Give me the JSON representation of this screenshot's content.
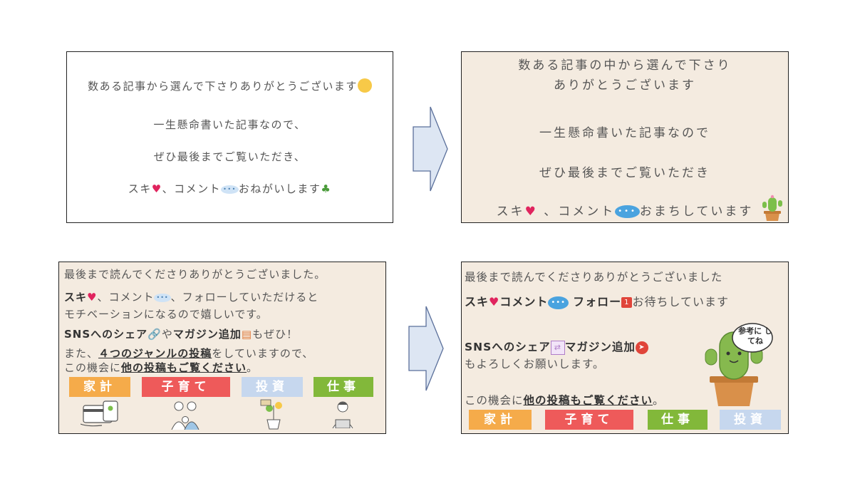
{
  "panel1": {
    "line1": "数ある記事から選んで下さりありがとうございます",
    "line2": "一生懸命書いた記事なので、",
    "line3": "ぜひ最後までご覧いただき、",
    "line4a": "スキ",
    "line4b": "、コメント",
    "line4c": "おねがいします"
  },
  "panel2": {
    "line1": "数ある記事の中から選んで下さり",
    "line2": "ありがとうございます",
    "line3": "一生懸命書いた記事なので",
    "line4": "ぜひ最後までご覧いただき",
    "line5a": "スキ",
    "line5b": " 、コメント",
    "line5c": "おまちしています"
  },
  "panel3": {
    "line1": "最後まで読んでくださりありがとうございました。",
    "line2a": "スキ",
    "line2b": "、コメント",
    "line2c": "、フォローしていただけると",
    "line3": "モチベーションになるので嬉しいです。",
    "line4a": "SNSへのシェア",
    "line4b": "や",
    "line4c": "マガジン追加",
    "line4d": "もぜひ！",
    "line5a": "また、",
    "line5b": "４つのジャンルの投稿",
    "line5c": "をしていますので、",
    "line6a": "この機会に",
    "line6b": "他の投稿もご覧ください",
    "line6c": "。",
    "buttons": [
      {
        "label": "家計",
        "color": "#f5ab4a"
      },
      {
        "label": "子育て",
        "color": "#ee5a5a"
      },
      {
        "label": "投資",
        "color": "#c6d7ee"
      },
      {
        "label": "仕事",
        "color": "#82b83a"
      }
    ]
  },
  "panel4": {
    "line1": "最後まで読んでくださりありがとうございました",
    "line2a": "スキ",
    "line2b": "コメント",
    "line2c": "フォロー",
    "line2d": "お待ちしています",
    "badge": "1",
    "line3a": "SNSへのシェア",
    "line3b": "マガジン追加",
    "line4": "もよろしくお願いします。",
    "line5a": "この機会に",
    "line5b": "他の投稿もご覧ください",
    "line5c": "。",
    "speech": "参考に してね",
    "buttons": [
      {
        "label": "家計",
        "color": "#f5ab4a"
      },
      {
        "label": "子育て",
        "color": "#ee5a5a"
      },
      {
        "label": "仕事",
        "color": "#82b83a"
      },
      {
        "label": "投資",
        "color": "#c6d7ee"
      }
    ]
  }
}
